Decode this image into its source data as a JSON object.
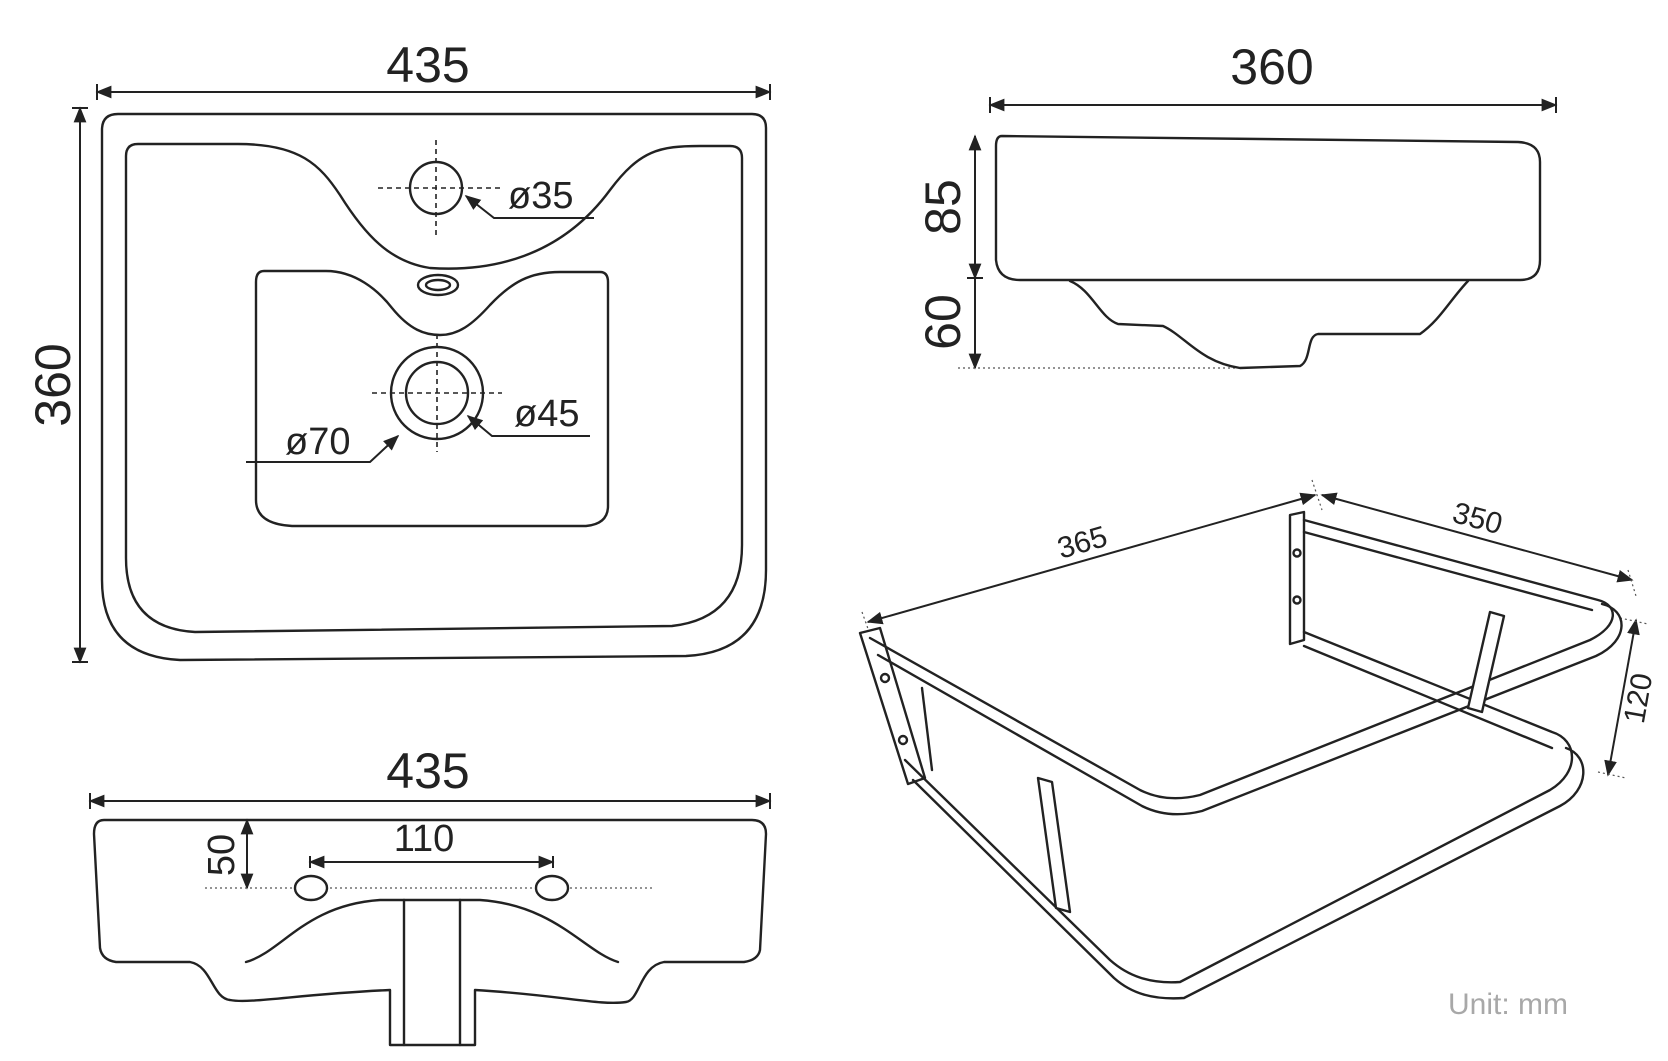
{
  "top_view": {
    "width_label": "435",
    "depth_label": "360",
    "tap_hole_label": "ø35",
    "drain_inner_label": "ø45",
    "drain_outer_label": "ø70"
  },
  "side_view": {
    "width_label": "360",
    "upper_height_label": "85",
    "lower_height_label": "60"
  },
  "front_view": {
    "width_label": "435",
    "hole_depth_label": "50",
    "hole_spacing_label": "110"
  },
  "frame_view": {
    "length_label": "365",
    "depth_label": "350",
    "height_label": "120"
  },
  "unit_label": "Unit: mm"
}
